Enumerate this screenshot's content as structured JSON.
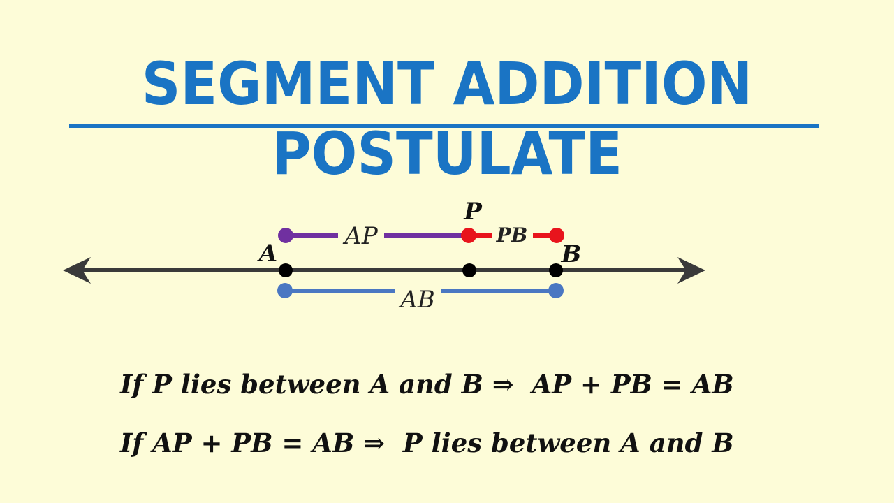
{
  "title": "SEGMENT ADDITION POSTULATE",
  "colors": {
    "background": "#fdfcd8",
    "title": "#1a74c4",
    "line": "#3a3a3a",
    "ap_segment": "#7030a0",
    "pb_segment": "#e8141c",
    "ab_segment": "#4a77c2",
    "point": "#000000"
  },
  "diagram": {
    "points": {
      "a": "A",
      "p": "P",
      "b": "B"
    },
    "segments": {
      "ap": "AP",
      "pb": "PB",
      "ab": "AB"
    }
  },
  "statements": {
    "line1": "If P lies between A and B ⇒  AP + PB = AB",
    "line2": "If AP + PB = AB ⇒  P lies between A and B"
  }
}
